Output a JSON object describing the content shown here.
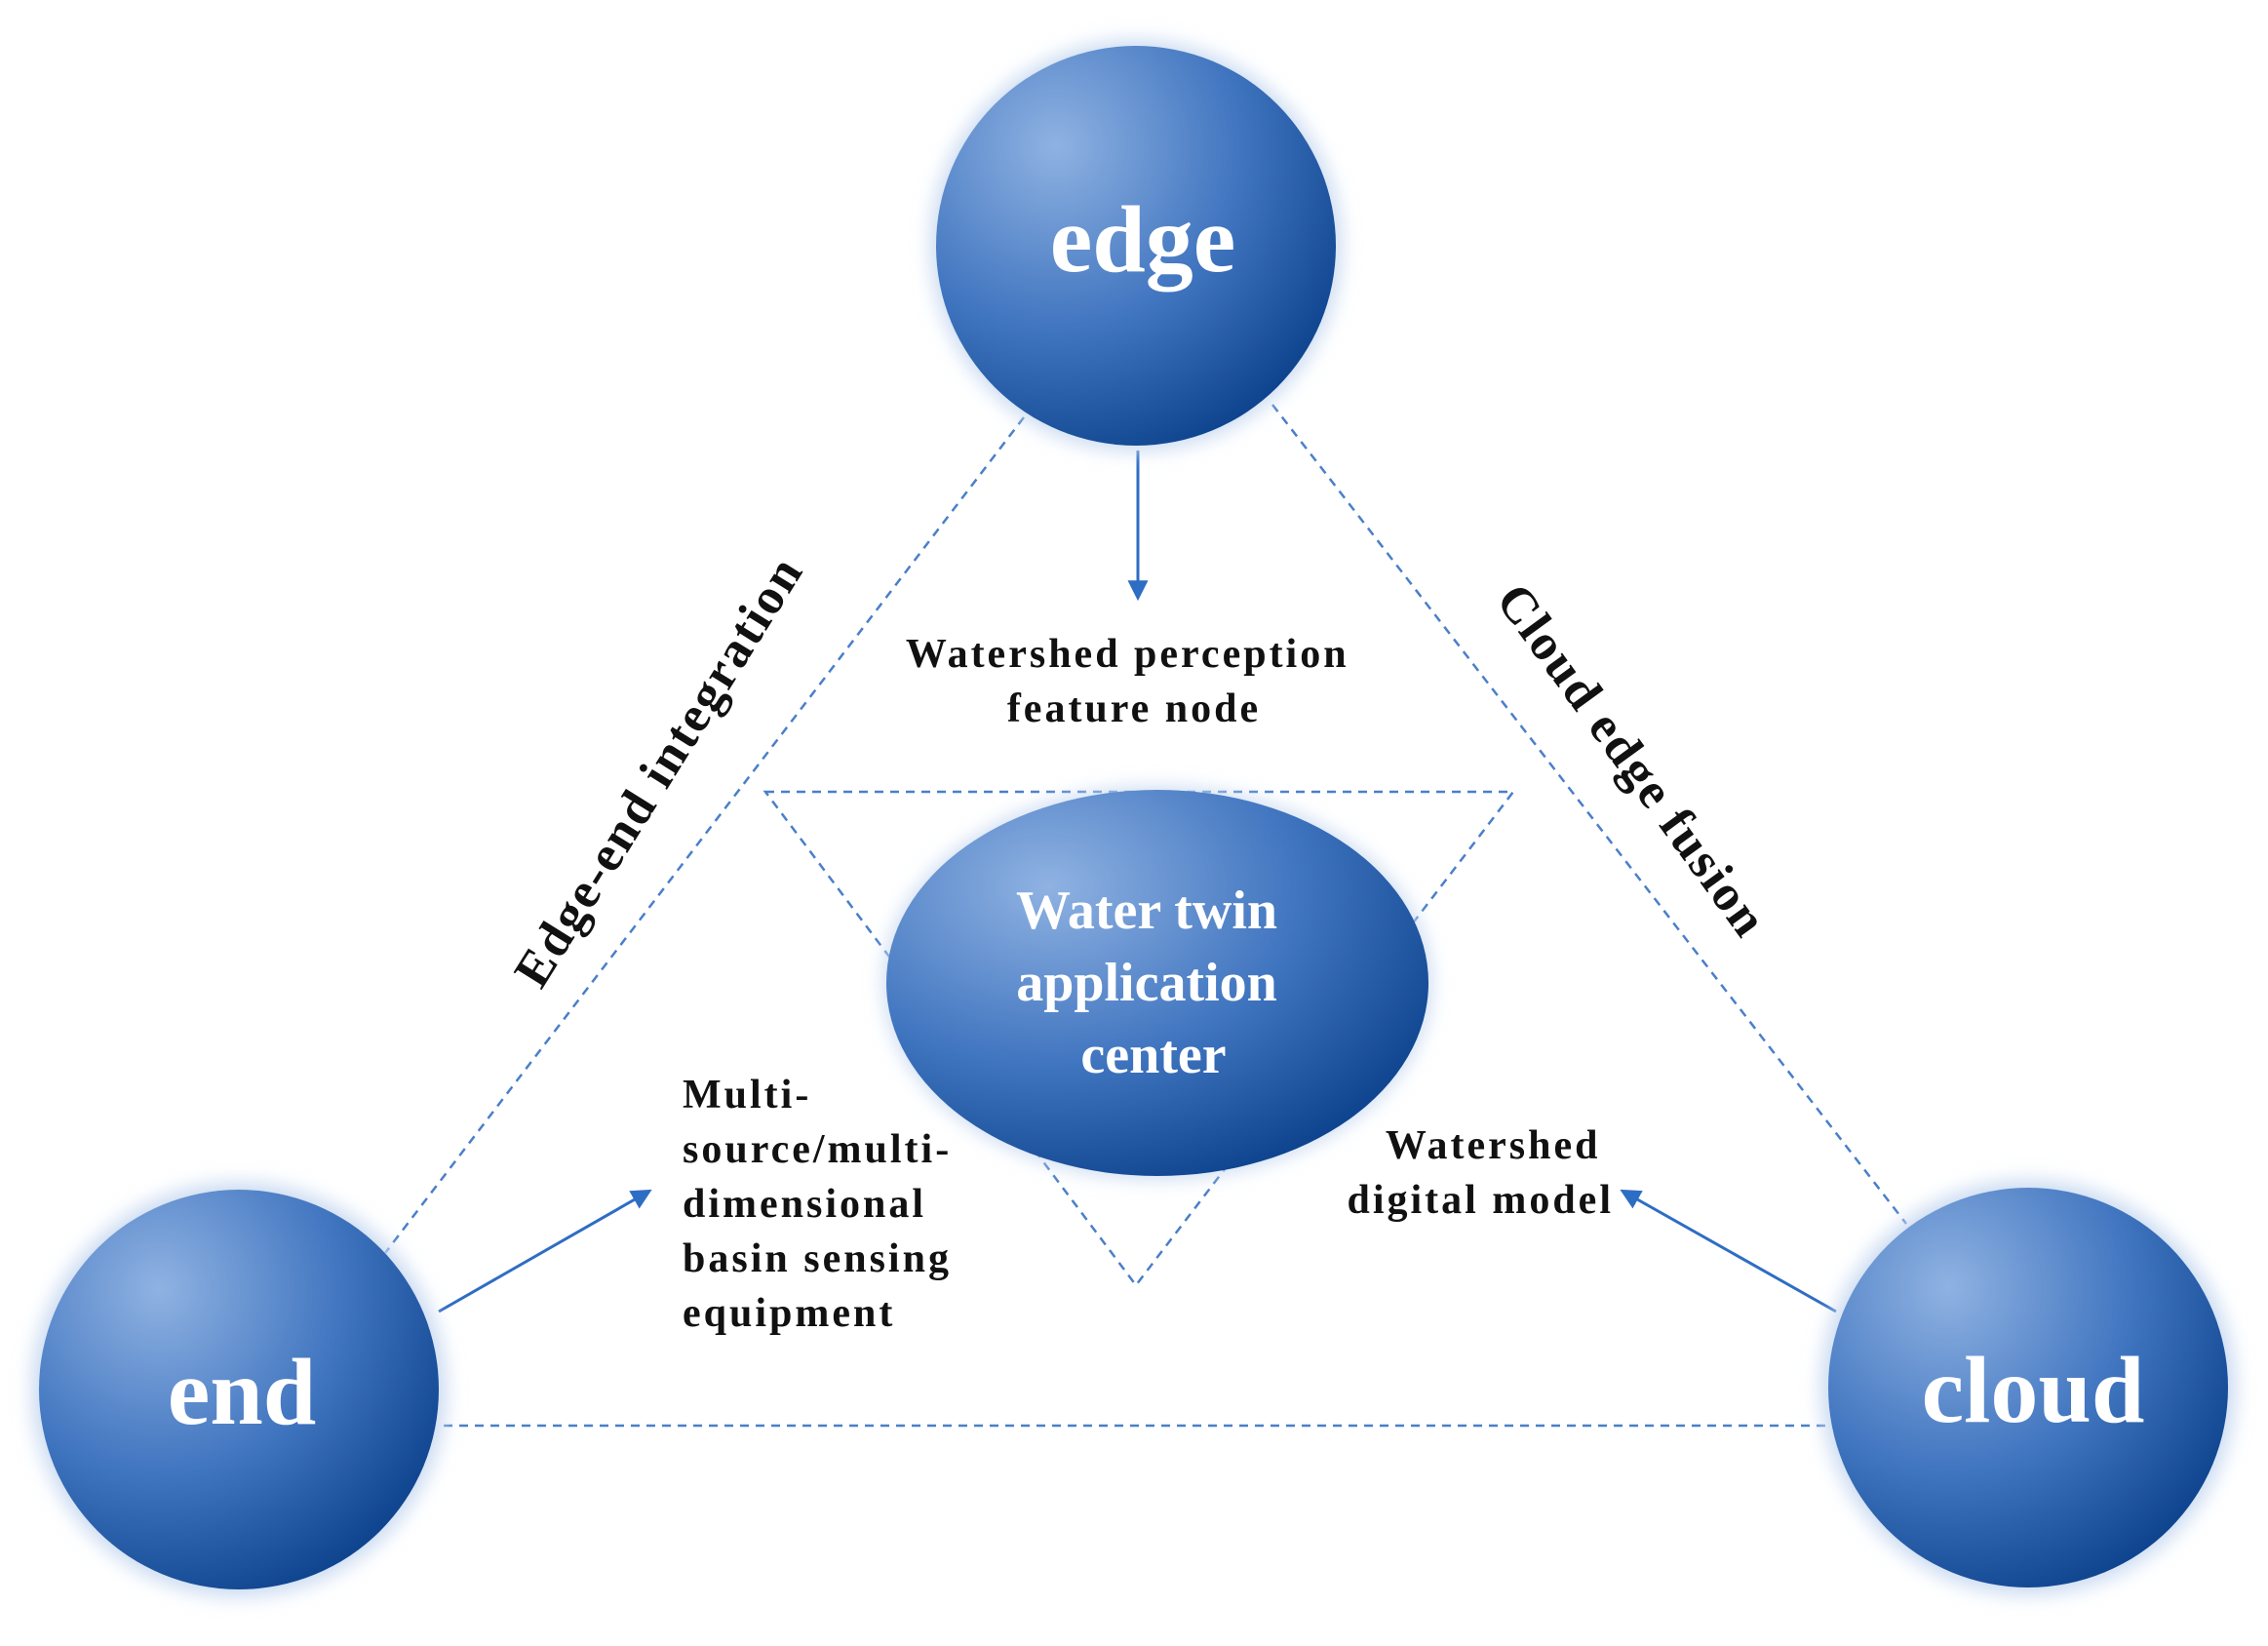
{
  "nodes": {
    "edge": "edge",
    "end": "end",
    "cloud": "cloud",
    "center": [
      "Water twin",
      "application",
      "center"
    ]
  },
  "edge_labels": {
    "left": "Edge-end integration",
    "right": "Cloud edge fusion"
  },
  "notes": {
    "top": [
      "Watershed perception",
      "feature node"
    ],
    "left": [
      "Multi-",
      "source/multi-",
      "dimensional",
      "basin sensing",
      "equipment"
    ],
    "right": [
      "Watershed",
      "digital model"
    ]
  },
  "colors": {
    "node_light": "#7fa6dc",
    "node_dark": "#0b4a9a",
    "dashed_line": "#4a7fc9",
    "arrow": "#2e6dc4"
  }
}
